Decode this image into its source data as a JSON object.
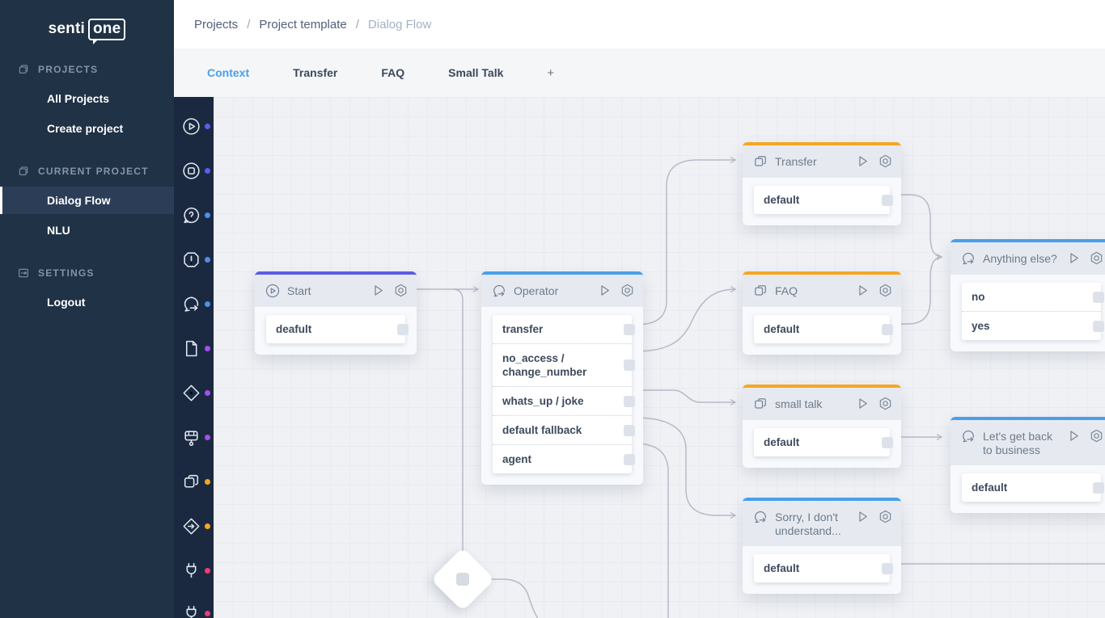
{
  "logo": {
    "senti": "senti",
    "one": "one"
  },
  "sidebar": {
    "sections": [
      {
        "label": "PROJECTS",
        "icon": "projects-icon",
        "items": [
          {
            "label": "All Projects"
          },
          {
            "label": "Create project"
          }
        ]
      },
      {
        "label": "CURRENT PROJECT",
        "icon": "project-icon",
        "items": [
          {
            "label": "Dialog Flow",
            "active": true
          },
          {
            "label": "NLU"
          }
        ]
      },
      {
        "label": "SETTINGS",
        "icon": "settings-icon",
        "items": [
          {
            "label": "Logout"
          }
        ]
      }
    ]
  },
  "breadcrumb": {
    "separator": "/",
    "items": [
      "Projects",
      "Project template",
      "Dialog Flow"
    ]
  },
  "tabs": [
    {
      "label": "Context",
      "active": true
    },
    {
      "label": "Transfer"
    },
    {
      "label": "FAQ"
    },
    {
      "label": "Small Talk"
    },
    {
      "label": "+"
    }
  ],
  "toolbar": {
    "icons": [
      {
        "name": "play-circle-icon",
        "dot_color": "#5a5cf0"
      },
      {
        "name": "stop-circle-icon",
        "dot_color": "#5a5cf0"
      },
      {
        "name": "question-bubble-icon",
        "dot_color": "#4a90e8"
      },
      {
        "name": "alert-octagon-icon",
        "dot_color": "#4a90e8"
      },
      {
        "name": "chat-arrow-icon",
        "dot_color": "#4a90e8"
      },
      {
        "name": "document-icon",
        "dot_color": "#a050f0"
      },
      {
        "name": "diamond-dot-icon",
        "dot_color": "#a050f0"
      },
      {
        "name": "printer-icon",
        "dot_color": "#a050f0"
      },
      {
        "name": "copy-cards-icon",
        "dot_color": "#f5a623"
      },
      {
        "name": "diamond-arrow-icon",
        "dot_color": "#f5a623"
      },
      {
        "name": "plug-icon",
        "dot_color": "#f23b72"
      },
      {
        "name": "plug-icon",
        "dot_color": "#f23b72"
      }
    ]
  },
  "colors": {
    "accent_indigo": "#5b5ce2",
    "accent_blue": "#4a9fe8",
    "accent_orange": "#f5a623",
    "sidebar_bg": "#203246",
    "rail_bg": "#1a2940",
    "canvas_bg": "#eff1f5",
    "edge": "#b5bac6",
    "tab_active": "#4a9fe8"
  },
  "nodes": [
    {
      "title": "Start",
      "accent": "indigo",
      "icon": "play-circle-icon",
      "rows": [
        "deafult"
      ]
    },
    {
      "title": "Operator",
      "accent": "blue",
      "icon": "chat-arrow-icon",
      "rows": [
        "transfer",
        "no_access / change_number",
        "whats_up / joke",
        "default fallback",
        "agent"
      ]
    },
    {
      "title": "Transfer",
      "accent": "orange",
      "icon": "copy-cards-icon",
      "rows": [
        "default"
      ]
    },
    {
      "title": "FAQ",
      "accent": "orange",
      "icon": "copy-cards-icon",
      "rows": [
        "default"
      ]
    },
    {
      "title": "small talk",
      "accent": "orange",
      "icon": "copy-cards-icon",
      "rows": [
        "default"
      ]
    },
    {
      "title": "Sorry, I don't understand...",
      "accent": "blue",
      "icon": "chat-arrow-icon",
      "rows": [
        "default"
      ]
    },
    {
      "title": "Anything else?",
      "accent": "blue",
      "icon": "chat-arrow-icon",
      "rows": [
        "no",
        "yes"
      ]
    },
    {
      "title": "Let's get back to business",
      "accent": "blue",
      "icon": "chat-arrow-icon",
      "rows": [
        "default"
      ]
    }
  ]
}
